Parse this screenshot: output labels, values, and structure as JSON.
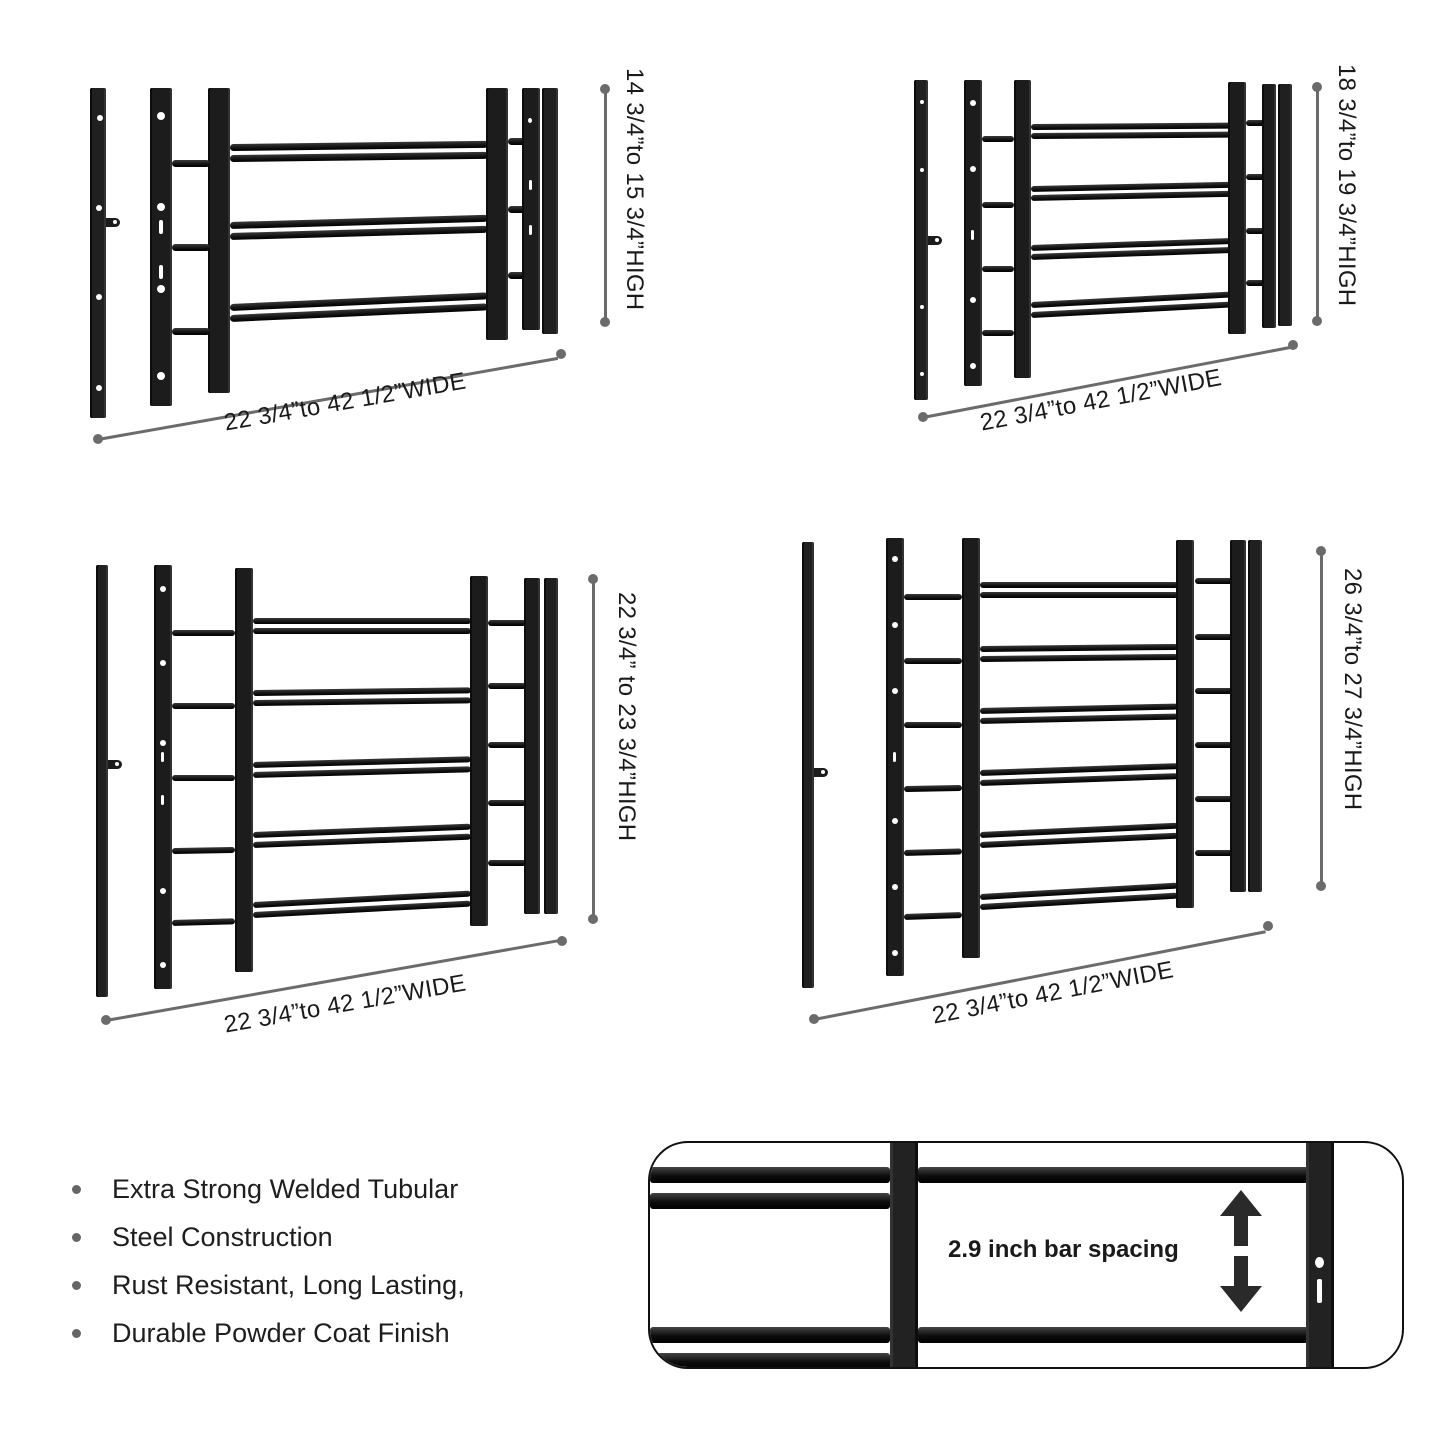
{
  "products": [
    {
      "id": "3-bar",
      "bar_count": 3,
      "width_label": "22 3/4”to 42 1/2”WIDE",
      "height_label": "14 3/4”to 15 3/4”HIGH"
    },
    {
      "id": "4-bar",
      "bar_count": 4,
      "width_label": "22 3/4”to 42 1/2”WIDE",
      "height_label": "18 3/4”to 19 3/4”HIGH"
    },
    {
      "id": "5-bar",
      "bar_count": 5,
      "width_label": "22 3/4”to 42 1/2”WIDE",
      "height_label": "22 3/4” to 23 3/4”HIGH"
    },
    {
      "id": "6-bar",
      "bar_count": 6,
      "width_label": "22 3/4”to 42 1/2”WIDE",
      "height_label": "26 3/4”to 27 3/4”HIGH"
    }
  ],
  "features": [
    "Extra Strong Welded Tubular",
    "Steel Construction",
    "Rust Resistant, Long Lasting,",
    "Durable Powder Coat Finish"
  ],
  "detail": {
    "spacing_label": "2.9 inch bar spacing",
    "arrow_icon": "up-down-arrow"
  },
  "colors": {
    "metal": "#1c1c1c",
    "dimension_line": "#6b6b6b",
    "text": "#1a1a1a",
    "background": "#ffffff"
  }
}
